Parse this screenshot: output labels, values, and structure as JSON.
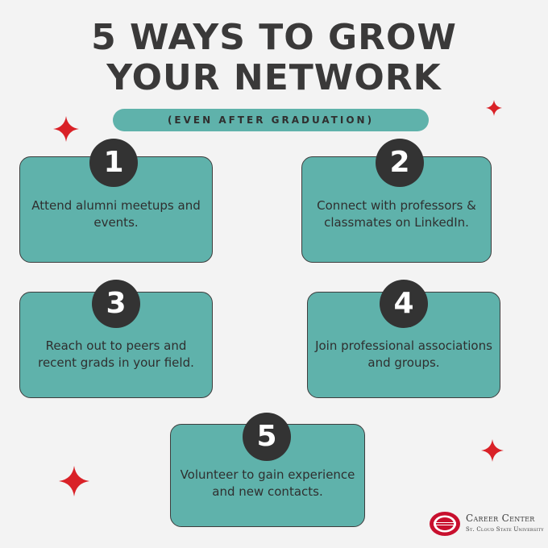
{
  "title": {
    "line1": "5 WAYS TO GROW",
    "line2": "YOUR NETWORK"
  },
  "subtitle": "(EVEN AFTER GRADUATION)",
  "colors": {
    "accent": "#5fb2ab",
    "dark": "#333333",
    "background": "#f3f3f3",
    "sparkle": "#d92127"
  },
  "ways": [
    {
      "number": "1",
      "text": "Attend alumni meetups and events."
    },
    {
      "number": "2",
      "text": "Connect with professors & classmates on LinkedIn."
    },
    {
      "number": "3",
      "text": "Reach out to peers and recent grads in your field."
    },
    {
      "number": "4",
      "text": "Join professional associations and groups."
    },
    {
      "number": "5",
      "text": "Volunteer to gain experience and new contacts."
    }
  ],
  "footer": {
    "logo_icon": "scsu-logo-icon",
    "line1": "Career Center",
    "line2": "St. Cloud State University"
  }
}
